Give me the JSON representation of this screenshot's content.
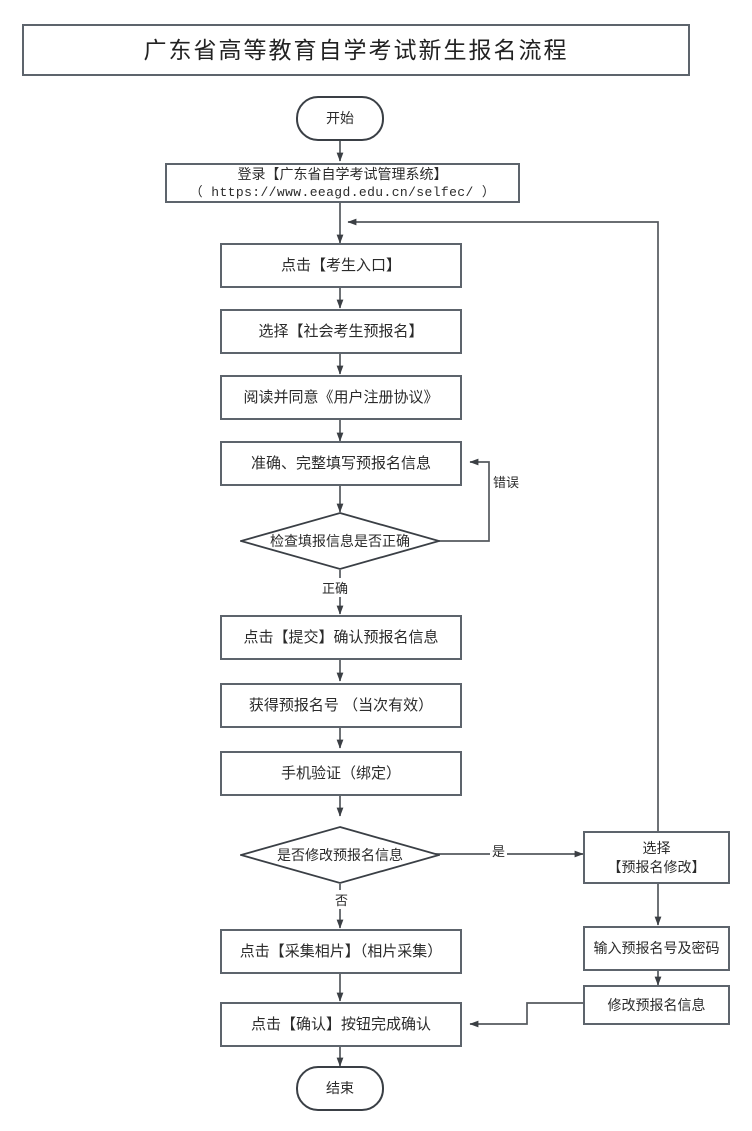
{
  "page": {
    "title_banner": "广东省高等教育自学考试新生报名流程"
  },
  "flowchart": {
    "type": "flowchart",
    "orientation": "top-to-bottom",
    "nodes": [
      {
        "id": "start",
        "shape": "terminator",
        "label": "开始"
      },
      {
        "id": "login",
        "shape": "process",
        "label": "登录【广东省自学考试管理系统】",
        "sublabel": "（ https://www.eeagd.edu.cn/selfec/ ）"
      },
      {
        "id": "entry",
        "shape": "process",
        "label": "点击【考生入口】"
      },
      {
        "id": "prereg",
        "shape": "process",
        "label": "选择【社会考生预报名】"
      },
      {
        "id": "agreement",
        "shape": "process",
        "label": "阅读并同意《用户注册协议》"
      },
      {
        "id": "fillinfo",
        "shape": "process",
        "label": "准确、完整填写预报名信息"
      },
      {
        "id": "check",
        "shape": "decision",
        "label": "检查填报信息是否正确"
      },
      {
        "id": "submit",
        "shape": "process",
        "label": "点击【提交】确认预报名信息"
      },
      {
        "id": "getnumber",
        "shape": "process",
        "label": "获得预报名号 （当次有效）"
      },
      {
        "id": "phone",
        "shape": "process",
        "label": "手机验证（绑定）"
      },
      {
        "id": "modifyq",
        "shape": "decision",
        "label": "是否修改预报名信息"
      },
      {
        "id": "photo",
        "shape": "process",
        "label": "点击【采集相片】（相片采集）"
      },
      {
        "id": "confirm",
        "shape": "process",
        "label": "点击【确认】按钮完成确认"
      },
      {
        "id": "end",
        "shape": "terminator",
        "label": "结束"
      },
      {
        "id": "selmodify",
        "shape": "process",
        "label": "选择",
        "sublabel": "【预报名修改】"
      },
      {
        "id": "inputcred",
        "shape": "process",
        "label": "输入预报名号及密码"
      },
      {
        "id": "domodify",
        "shape": "process",
        "label": "修改预报名信息"
      }
    ],
    "edge_labels": {
      "error": "错误",
      "correct": "正确",
      "yes": "是",
      "no": "否"
    },
    "edges": [
      {
        "from": "start",
        "to": "login",
        "label": ""
      },
      {
        "from": "login",
        "to": "entry",
        "label": ""
      },
      {
        "from": "entry",
        "to": "prereg",
        "label": ""
      },
      {
        "from": "prereg",
        "to": "agreement",
        "label": ""
      },
      {
        "from": "agreement",
        "to": "fillinfo",
        "label": ""
      },
      {
        "from": "fillinfo",
        "to": "check",
        "label": ""
      },
      {
        "from": "check",
        "to": "fillinfo",
        "label": "错误"
      },
      {
        "from": "check",
        "to": "submit",
        "label": "正确"
      },
      {
        "from": "submit",
        "to": "getnumber",
        "label": ""
      },
      {
        "from": "getnumber",
        "to": "phone",
        "label": ""
      },
      {
        "from": "phone",
        "to": "modifyq",
        "label": ""
      },
      {
        "from": "modifyq",
        "to": "selmodify",
        "label": "是"
      },
      {
        "from": "modifyq",
        "to": "photo",
        "label": "否"
      },
      {
        "from": "photo",
        "to": "confirm",
        "label": ""
      },
      {
        "from": "confirm",
        "to": "end",
        "label": ""
      },
      {
        "from": "selmodify",
        "to": "inputcred",
        "label": ""
      },
      {
        "from": "inputcred",
        "to": "domodify",
        "label": ""
      },
      {
        "from": "domodify",
        "to": "confirm",
        "label": ""
      },
      {
        "from": "selmodify",
        "to": "entry",
        "label": ""
      }
    ]
  },
  "colors": {
    "box_border": "#5d646c",
    "terminator_border": "#3a3f45",
    "line": "#55595e",
    "text": "#2b2b2b",
    "background": "#ffffff"
  }
}
